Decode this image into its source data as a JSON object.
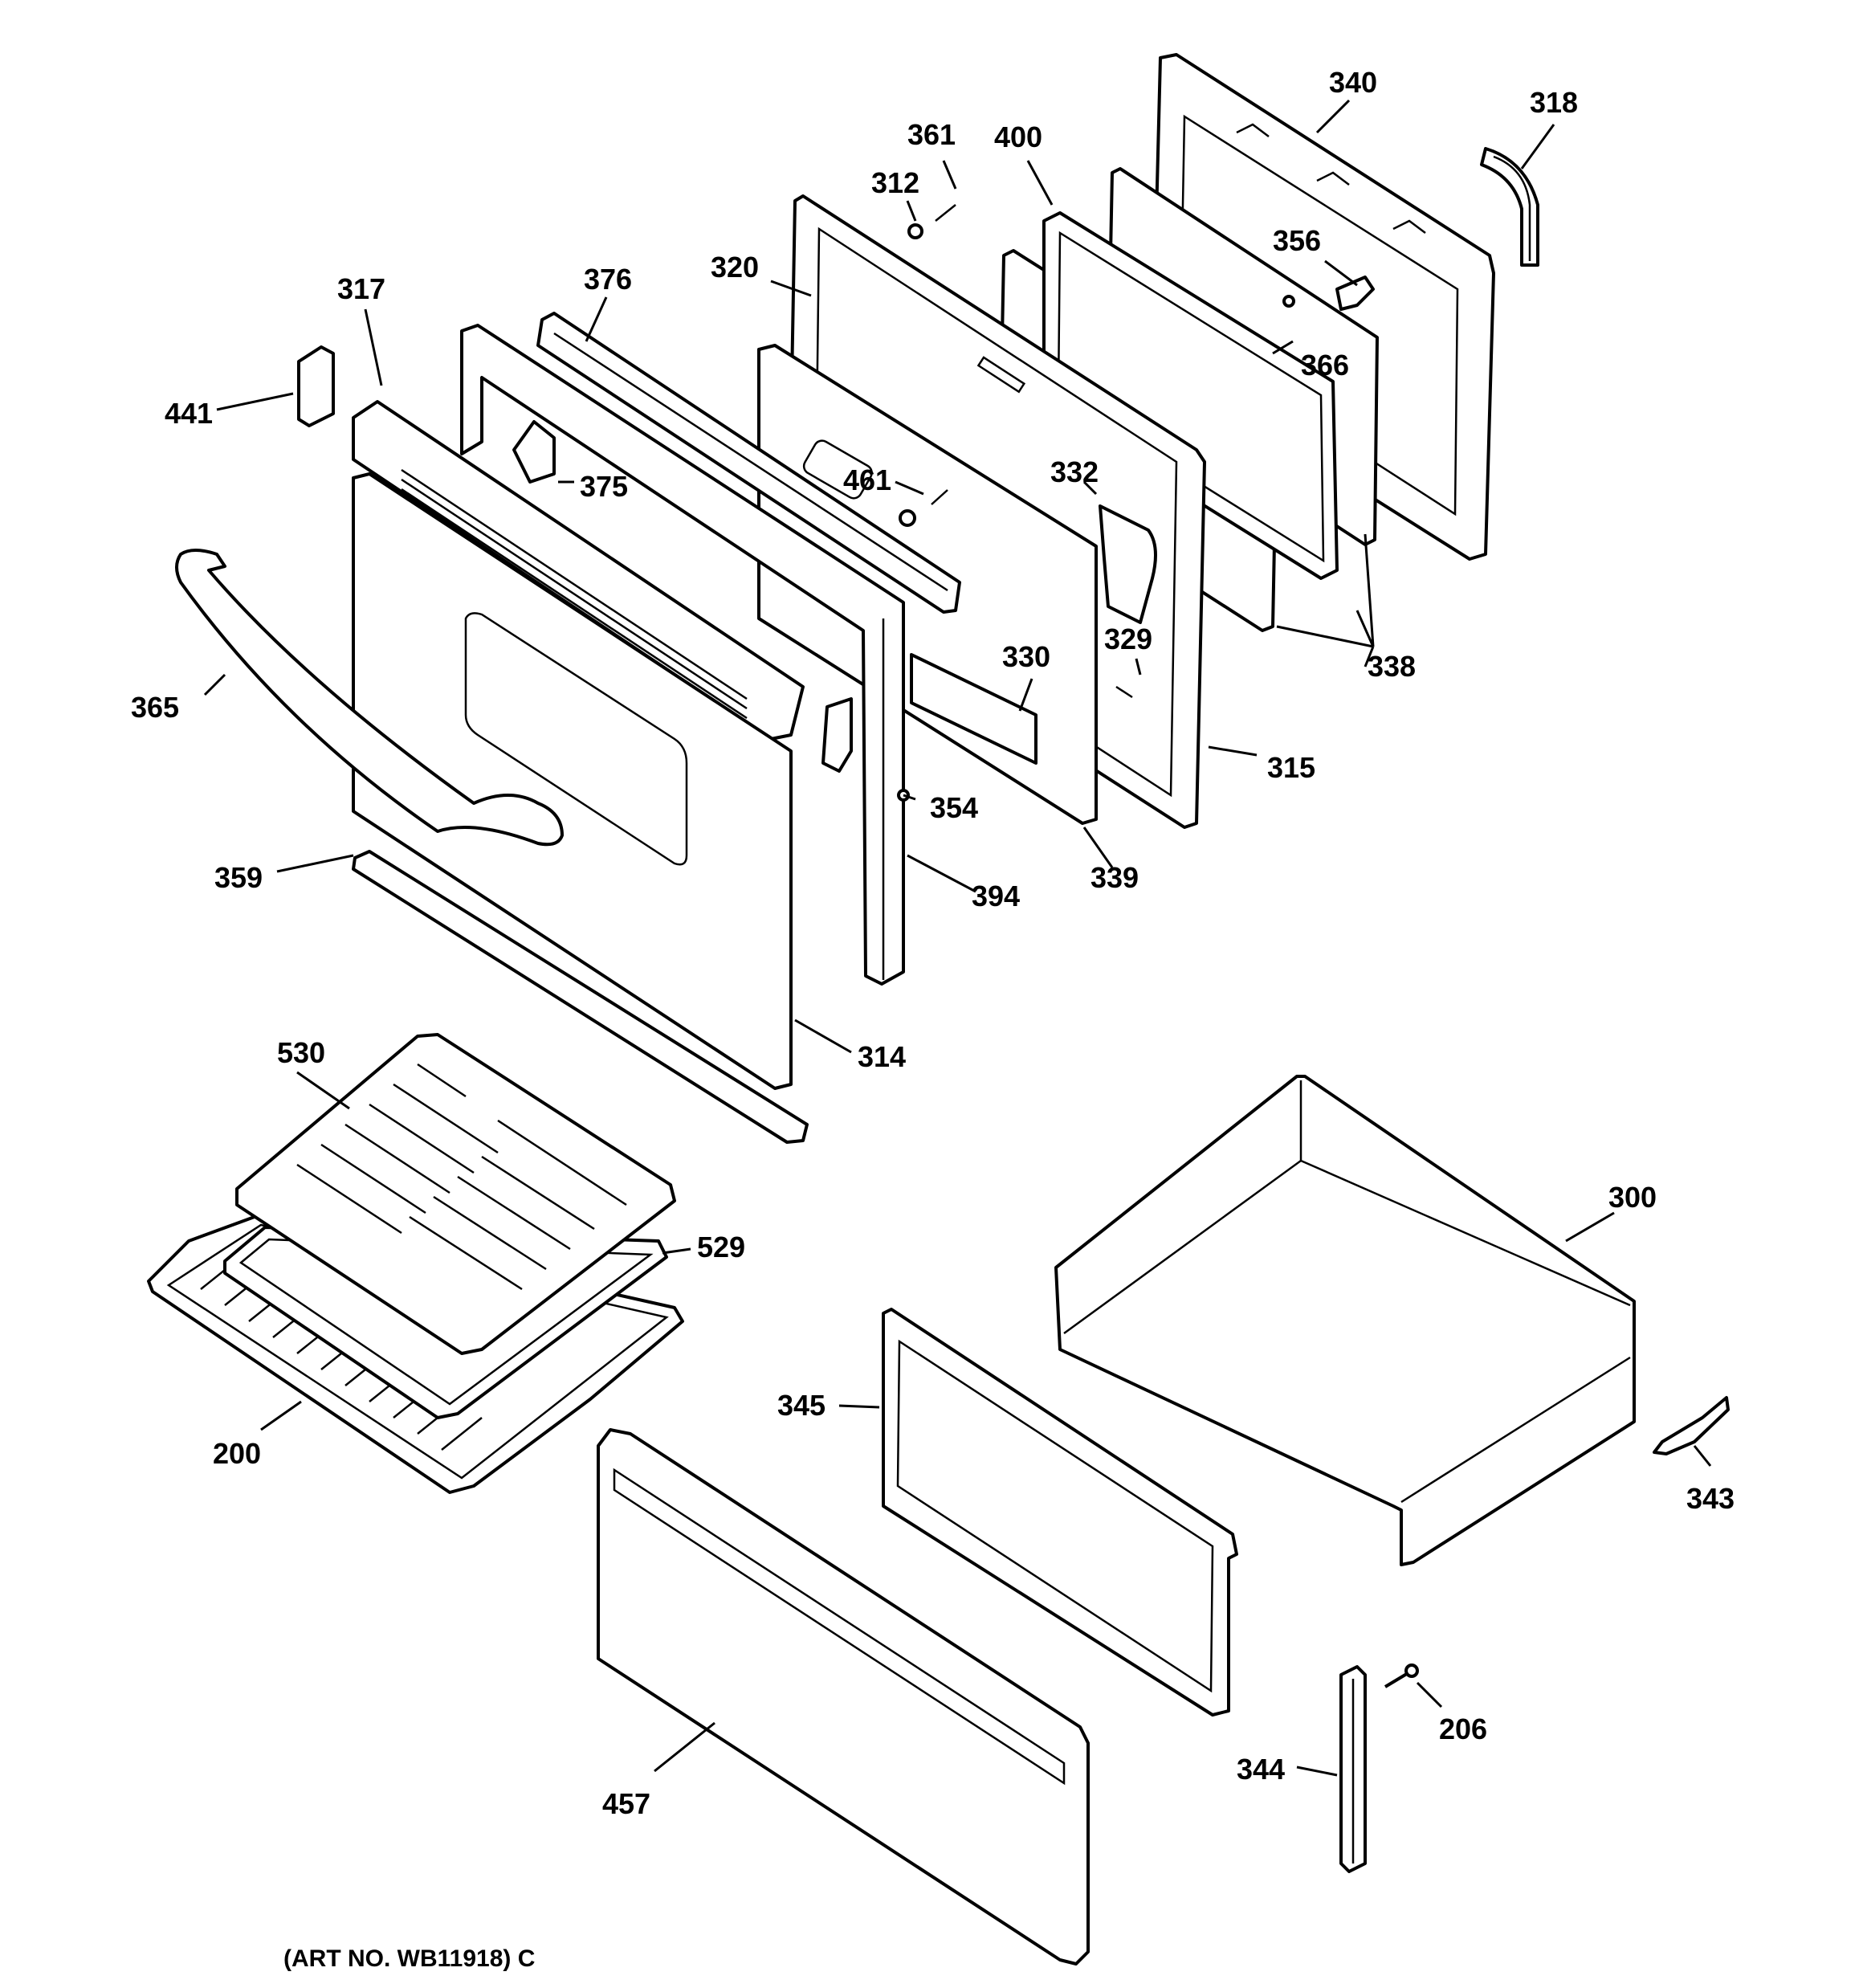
{
  "diagram": {
    "callouts": {
      "c340": "340",
      "c318": "318",
      "c361": "361",
      "c400": "400",
      "c312": "312",
      "c356": "356",
      "c320": "320",
      "c376": "376",
      "c317": "317",
      "c366": "366",
      "c441": "441",
      "c375": "375",
      "c461": "461",
      "c332": "332",
      "c338": "338",
      "c365": "365",
      "c330": "330",
      "c329": "329",
      "c315": "315",
      "c354": "354",
      "c359": "359",
      "c339": "339",
      "c394": "394",
      "c314": "314",
      "c530": "530",
      "c300": "300",
      "c529": "529",
      "c345": "345",
      "c200": "200",
      "c343": "343",
      "c206": "206",
      "c344": "344",
      "c457": "457"
    },
    "art_number": "(ART NO. WB11918) C"
  },
  "colors": {
    "line": "#000000",
    "background": "#ffffff"
  }
}
